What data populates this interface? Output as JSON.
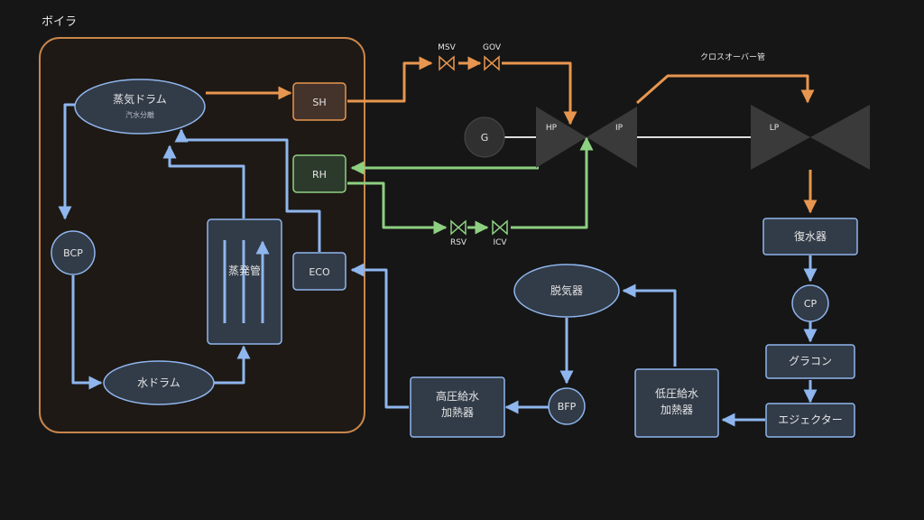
{
  "boiler": {
    "title": "ボイラ"
  },
  "nodes": {
    "steam_drum": {
      "label": "蒸気ドラム",
      "sub": "汽水分離"
    },
    "water_drum": {
      "label": "水ドラム"
    },
    "bcp": {
      "label": "BCP"
    },
    "evaporator": {
      "label": "蒸発管"
    },
    "eco": {
      "label": "ECO"
    },
    "sh": {
      "label": "SH"
    },
    "rh": {
      "label": "RH"
    },
    "generator": {
      "label": "G"
    },
    "hp": {
      "label": "HP"
    },
    "ip": {
      "label": "IP"
    },
    "lp": {
      "label": "LP"
    },
    "crossover": {
      "label": "クロスオーバー管"
    },
    "condenser": {
      "label": "復水器"
    },
    "cp": {
      "label": "CP"
    },
    "gland_condenser": {
      "label": "グラコン"
    },
    "ejector": {
      "label": "エジェクター"
    },
    "lp_heater": {
      "line1": "低圧給水",
      "line2": "加熱器"
    },
    "deaerator": {
      "label": "脱気器"
    },
    "bfp": {
      "label": "BFP"
    },
    "hp_heater": {
      "line1": "高圧給水",
      "line2": "加熱器"
    }
  },
  "valves": {
    "msv": "MSV",
    "gov": "GOV",
    "rsv": "RSV",
    "icv": "ICV"
  },
  "colors": {
    "background": "#161616",
    "boiler_border": "#c8864c",
    "steam": "#e8964f",
    "reheat": "#8ed081",
    "water": "#8fb6ee",
    "box_fill": "#323b48",
    "box_stroke": "#8fb6ee",
    "turbine_fill": "#3a3a3a"
  }
}
